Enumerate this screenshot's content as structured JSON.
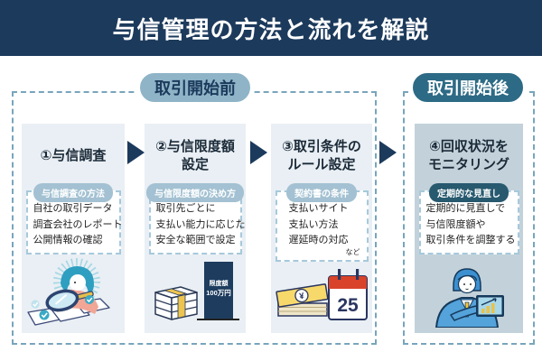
{
  "banner": {
    "title": "与信管理の方法と流れを解説"
  },
  "phases": {
    "before": {
      "label": "取引開始前"
    },
    "after": {
      "label": "取引開始後"
    }
  },
  "steps": [
    {
      "title1": "①与信調査",
      "title2": "",
      "badge": "与信調査の方法",
      "lines": [
        "自社の取引データ",
        "調査会社のレポート",
        "公開情報の確認"
      ]
    },
    {
      "title1": "②与信限度額",
      "title2": "設定",
      "badge": "与信限度額の決め方",
      "lines": [
        "取引先ごとに",
        "支払い能力に応じた",
        "安全な範囲で設定"
      ],
      "illustration": {
        "bar_label_1": "限度額",
        "bar_label_2": "100万円"
      }
    },
    {
      "title1": "③取引条件の",
      "title2": "ルール設定",
      "badge": "契約書の条件",
      "lines": [
        "支払いサイト",
        "支払い方法",
        "遅延時の対応"
      ],
      "note_suffix": "など",
      "illustration": {
        "yen": "¥",
        "calendar_day": "25"
      }
    },
    {
      "title1": "④回収状況を",
      "title2": "モニタリング",
      "badge": "定期的な見直し",
      "lines": [
        "定期的に見直しで",
        "与信限度額や",
        "取引条件を調整する"
      ]
    }
  ],
  "colors": {
    "banner_bg": "#1c3a5c",
    "arrow_navy": "#1c3a5c",
    "phase_border_dash": "#78a5bc",
    "pill_before_bg": "#8fb4c7",
    "pill_after_bg": "#2d6a85",
    "card_bg": "#e9eff4",
    "card_after_bg": "#c3d2da",
    "badge_bg": "#a3c1d2",
    "badge_after_bg": "#27596f",
    "note_border_dash": "#a6c9db",
    "calendar_red": "#d8432a",
    "money_yellow": "#f2cf5b",
    "illustration_teal": "#2e9fc0",
    "illustration_blue": "#54a3da"
  }
}
